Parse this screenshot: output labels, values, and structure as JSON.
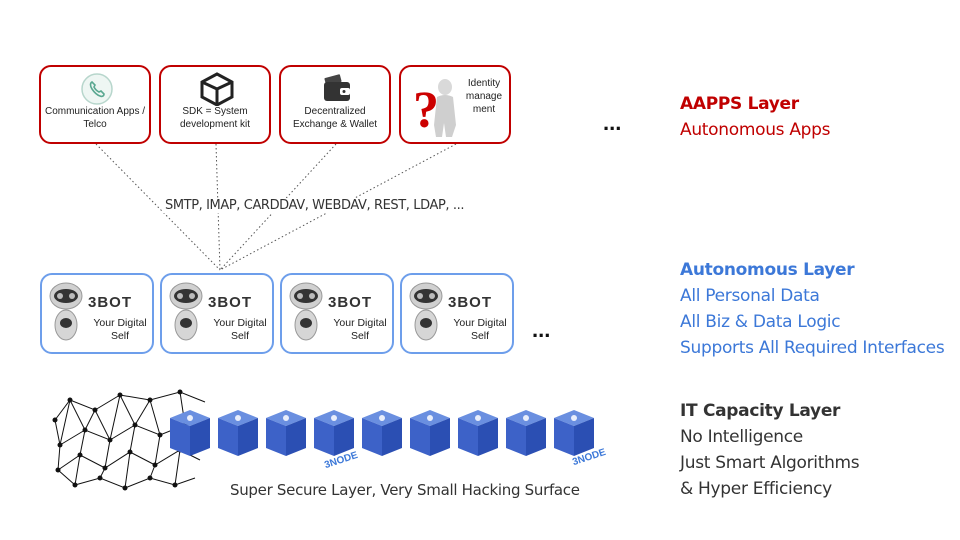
{
  "apps": [
    {
      "label": "Communication Apps / Telco",
      "icon": "phone-icon"
    },
    {
      "label": "SDK = System development kit",
      "icon": "unity-logo-icon"
    },
    {
      "label": "Decentralized Exchange & Wallet",
      "icon": "wallet-icon"
    },
    {
      "label": "Identity manage ment",
      "icon": "question-figure-icon"
    }
  ],
  "apps_ellipsis": "...",
  "protocols": "SMTP, IMAP, CARDDAV, WEBDAV, REST, LDAP, ...",
  "bots": [
    {
      "brand": "3BOT",
      "label": "Your Digital Self"
    },
    {
      "brand": "3BOT",
      "label": "Your Digital Self"
    },
    {
      "brand": "3BOT",
      "label": "Your Digital Self"
    },
    {
      "brand": "3BOT",
      "label": "Your Digital Self"
    }
  ],
  "bots_ellipsis": "...",
  "node_label": "3NODE",
  "capacity_caption": "Super Secure Layer, Very Small Hacking Surface",
  "layers": {
    "aapps": {
      "title": "AAPPS Layer",
      "lines": [
        "Autonomous Apps"
      ],
      "color": "#c00000"
    },
    "autonomous": {
      "title": "Autonomous Layer",
      "lines": [
        "All Personal Data",
        "All Biz & Data Logic",
        "Supports All Required Interfaces"
      ],
      "color": "#3c78d8"
    },
    "capacity": {
      "title": "IT Capacity Layer",
      "lines": [
        "No Intelligence",
        "Just Smart Algorithms",
        "& Hyper Efficiency"
      ],
      "color": "#333333"
    }
  }
}
